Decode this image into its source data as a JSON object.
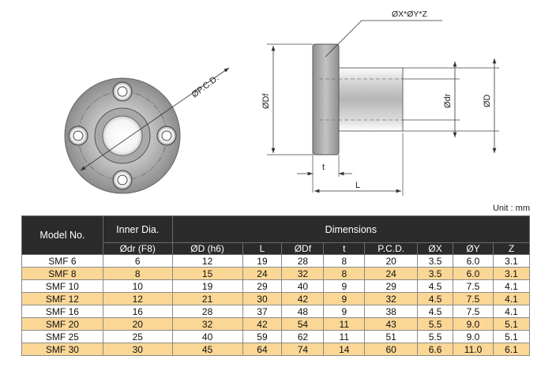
{
  "drawing": {
    "front_view": {
      "pcd_label": "ØP.C.D."
    },
    "side_view": {
      "hole_label": "ØX*ØY*Z",
      "df_label": "ØDf",
      "dr_label": "Ødr",
      "d_label": "ØD",
      "t_label": "t",
      "l_label": "L"
    }
  },
  "unit_note": "Unit : mm",
  "table": {
    "header": {
      "model": "Model No.",
      "inner_dia": "Inner Dia.",
      "dimensions": "Dimensions",
      "cols": [
        "Ødr (F8)",
        "ØD (h6)",
        "L",
        "ØDf",
        "t",
        "P.C.D.",
        "ØX",
        "ØY",
        "Z"
      ]
    },
    "rows": [
      [
        "SMF 6",
        "6",
        "12",
        "19",
        "28",
        "8",
        "20",
        "3.5",
        "6.0",
        "3.1"
      ],
      [
        "SMF 8",
        "8",
        "15",
        "24",
        "32",
        "8",
        "24",
        "3.5",
        "6.0",
        "3.1"
      ],
      [
        "SMF 10",
        "10",
        "19",
        "29",
        "40",
        "9",
        "29",
        "4.5",
        "7.5",
        "4.1"
      ],
      [
        "SMF 12",
        "12",
        "21",
        "30",
        "42",
        "9",
        "32",
        "4.5",
        "7.5",
        "4.1"
      ],
      [
        "SMF 16",
        "16",
        "28",
        "37",
        "48",
        "9",
        "38",
        "4.5",
        "7.5",
        "4.1"
      ],
      [
        "SMF 20",
        "20",
        "32",
        "42",
        "54",
        "11",
        "43",
        "5.5",
        "9.0",
        "5.1"
      ],
      [
        "SMF 25",
        "25",
        "40",
        "59",
        "62",
        "11",
        "51",
        "5.5",
        "9.0",
        "5.1"
      ],
      [
        "SMF 30",
        "30",
        "45",
        "64",
        "74",
        "14",
        "60",
        "6.6",
        "11.0",
        "6.1"
      ]
    ]
  }
}
